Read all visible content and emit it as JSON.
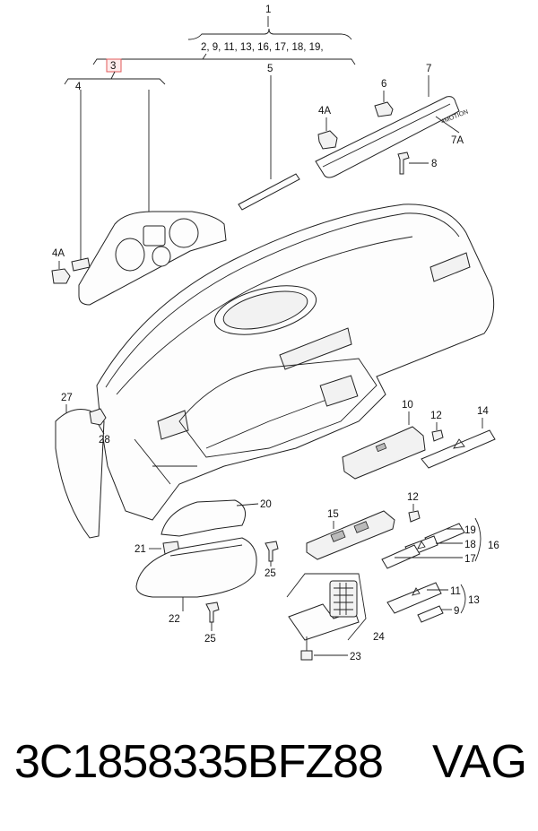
{
  "diagram": {
    "callouts": {
      "c1": "1",
      "c1_list": "2, 9, 11, 13, 16, 17, 18, 19,",
      "c3": "3",
      "c4": "4",
      "c4a_top": "4A",
      "c4a_left": "4A",
      "c5": "5",
      "c6": "6",
      "c7": "7",
      "c7a": "7A",
      "c8": "8",
      "c9": "9",
      "c10": "10",
      "c11": "11",
      "c12_a": "12",
      "c12_b": "12",
      "c13": "13",
      "c14": "14",
      "c15": "15",
      "c16": "16",
      "c17": "17",
      "c18": "18",
      "c19": "19",
      "c20": "20",
      "c21": "21",
      "c22": "22",
      "c23": "23",
      "c24": "24",
      "c25_a": "25",
      "c25_b": "25",
      "c27": "27",
      "c28": "28"
    },
    "trim_text": "4MOTION",
    "highlight_color": "#e05a5a"
  },
  "footer": {
    "part_number": "3C1858335BFZ88",
    "brand": "VAG"
  }
}
